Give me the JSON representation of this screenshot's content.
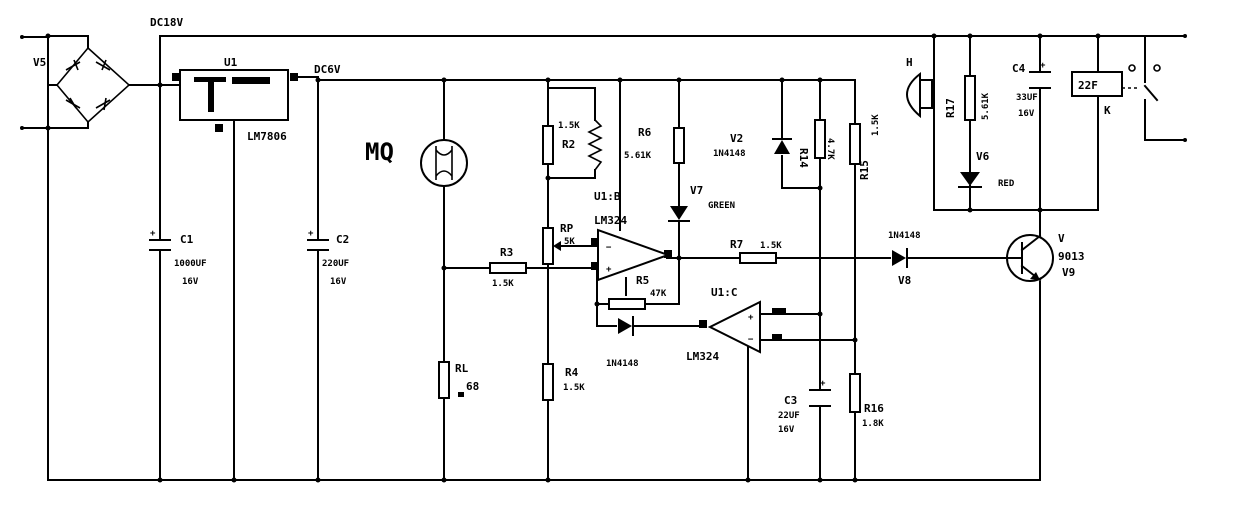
{
  "rails": {
    "dc18": "DC18V",
    "dc6": "DC6V"
  },
  "v5": {
    "name": "V5"
  },
  "u1": {
    "name": "U1",
    "part": "LM7806"
  },
  "mq": {
    "name": "MQ"
  },
  "c1": {
    "name": "C1",
    "value": "1000UF",
    "voltage": "16V"
  },
  "c2": {
    "name": "C2",
    "value": "220UF",
    "voltage": "16V"
  },
  "rl": {
    "name": "RL",
    "value": "68"
  },
  "r2": {
    "name": "R2",
    "value": "1.5K"
  },
  "rp": {
    "name": "RP",
    "value": "5K"
  },
  "r3": {
    "name": "R3",
    "value": "1.5K"
  },
  "r4": {
    "name": "R4",
    "value": "1.5K"
  },
  "r6": {
    "name": "R6",
    "value": "5.61K"
  },
  "u1b": {
    "name": "U1:B",
    "part": "LM324"
  },
  "v7": {
    "name": "V7",
    "color": "GREEN"
  },
  "r5": {
    "name": "R5",
    "value": "47K"
  },
  "d1": {
    "part": "1N4148"
  },
  "u1c": {
    "name": "U1:C",
    "part": "LM324"
  },
  "v2": {
    "name": "V2",
    "part": "1N4148"
  },
  "r14": {
    "name": "R14",
    "value": "4.7K"
  },
  "r15": {
    "name": "R15",
    "value": "1.5K"
  },
  "r7": {
    "name": "R7",
    "value": "1.5K"
  },
  "c3": {
    "name": "C3",
    "value": "22UF",
    "voltage": "16V"
  },
  "r16": {
    "name": "R16",
    "value": "1.8K"
  },
  "v8": {
    "name": "V8",
    "part": "1N4148"
  },
  "v9": {
    "name": "V",
    "part": "9013",
    "ref": "V9"
  },
  "h": {
    "name": "H"
  },
  "r17": {
    "name": "R17",
    "value": "5.61K"
  },
  "v6": {
    "name": "V6",
    "color": "RED"
  },
  "c4": {
    "name": "C4",
    "value": "33UF",
    "voltage": "16V"
  },
  "relay": {
    "name": "22F",
    "ref": "K"
  }
}
